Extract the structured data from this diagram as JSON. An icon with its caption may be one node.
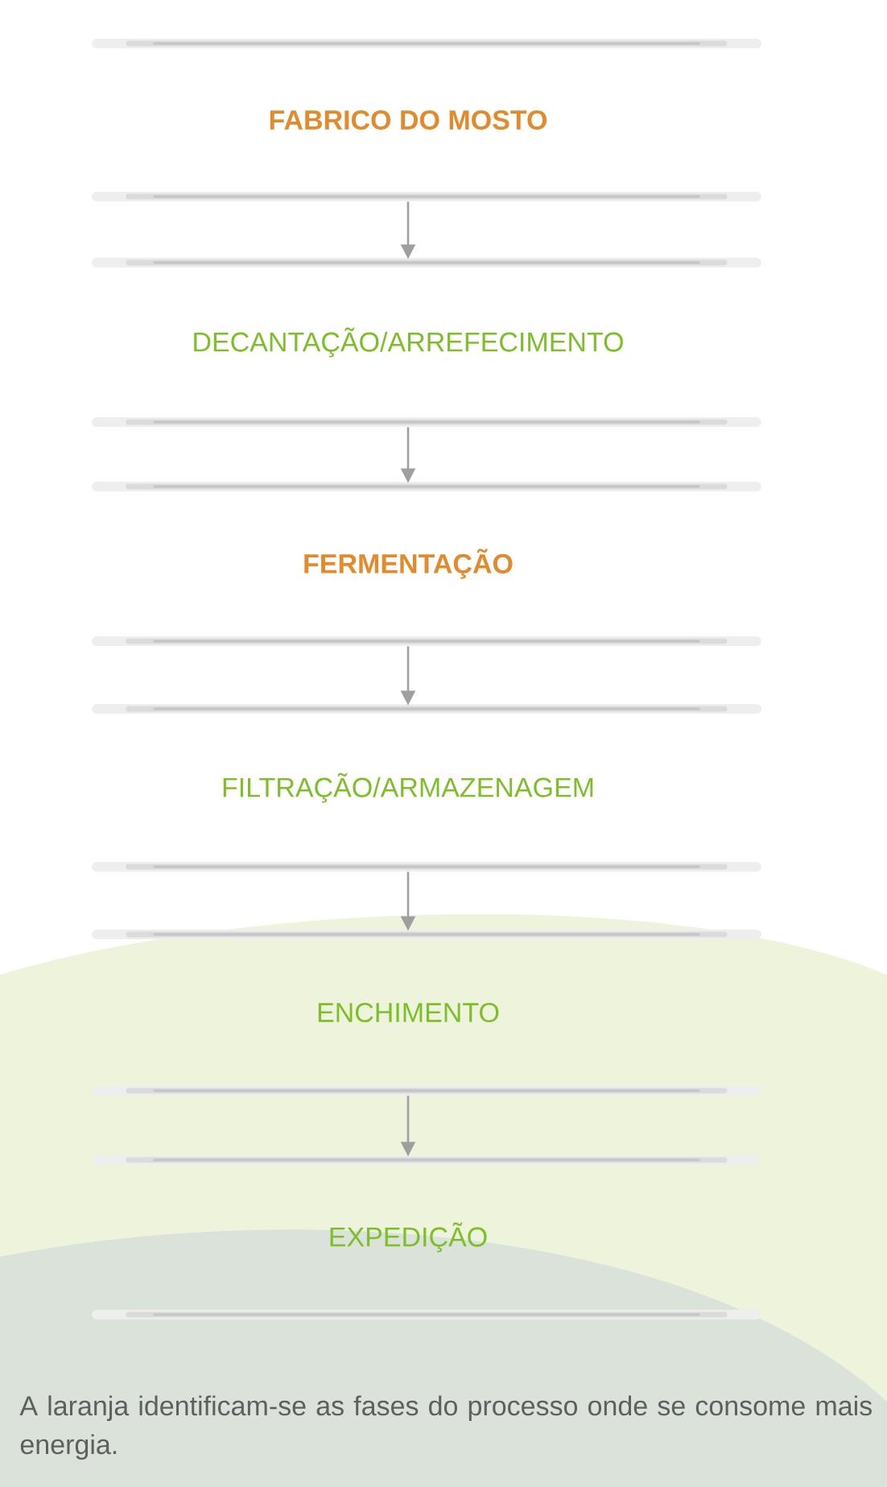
{
  "diagram": {
    "caption": "A laranja identificam-se as fases do processo onde se consome mais energia.",
    "nodes": [
      {
        "text": [
          "FABRICO DO MOSTO"
        ]
      },
      {
        "text": [
          "DECANTAÇÃO/ARREFECIMENTO"
        ]
      },
      {
        "text": [
          "FERMENTAÇÃO"
        ]
      },
      {
        "text": [
          "FILTRAÇÃO/ARMAZENAGEM"
        ]
      },
      {
        "text": [
          "ENCHIMENTO"
        ]
      },
      {
        "text": [
          "EXPEDIÇÃO"
        ]
      }
    ],
    "edges": [
      {
        "from": 0,
        "to": 1,
        "arrow": "to"
      },
      {
        "from": 1,
        "to": 2,
        "arrow": "to"
      },
      {
        "from": 2,
        "to": 3,
        "arrow": "to"
      },
      {
        "from": 3,
        "to": 4,
        "arrow": "to"
      },
      {
        "from": 4,
        "to": 5,
        "arrow": "to"
      }
    ]
  }
}
